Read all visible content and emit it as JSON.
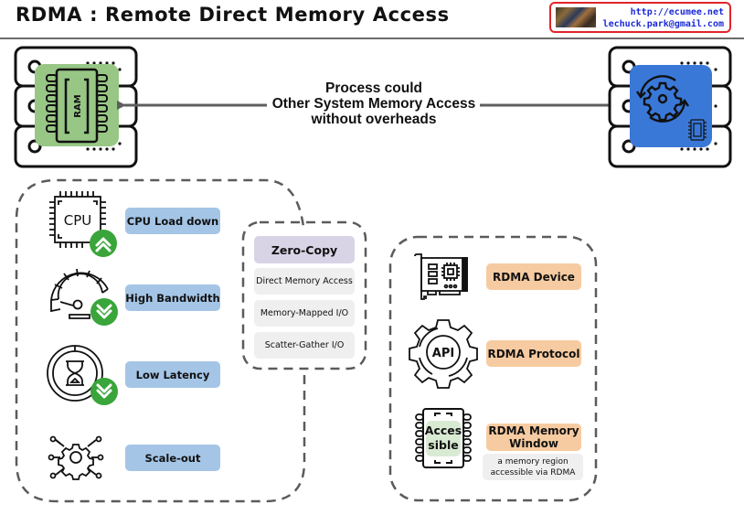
{
  "header": {
    "title": "RDMA : Remote Direct Memory Access",
    "contact": {
      "url": "http://ecumee.net",
      "email": "lechuck.park@gmail.com"
    }
  },
  "top_flow": {
    "left_server_chip_label": "RAM",
    "center_text_lines": [
      "Process could",
      "Other System Memory Access",
      "without overheads"
    ],
    "left_accent": "#98c785",
    "right_accent": "#3a78d8"
  },
  "benefits": {
    "items": [
      {
        "icon": "cpu-icon",
        "icon_text": "CPU",
        "badge": "chevrons-up-icon",
        "label": "CPU Load down"
      },
      {
        "icon": "speedometer-icon",
        "badge": "chevrons-down-icon",
        "label": "High Bandwidth"
      },
      {
        "icon": "hourglass-icon",
        "badge": "chevrons-down-icon",
        "label": "Low Latency"
      },
      {
        "icon": "network-gear-icon",
        "label": "Scale-out"
      }
    ],
    "badge_color": "#3aa53a"
  },
  "zero_copy": {
    "title": "Zero-Copy",
    "items": [
      "Direct Memory Access",
      "Memory-Mapped I/O",
      "Scatter-Gather I/O"
    ]
  },
  "components": {
    "items": [
      {
        "icon": "network-card-icon",
        "label": "RDMA Device"
      },
      {
        "icon": "api-gear-icon",
        "icon_text": "API",
        "label": "RDMA Protocol"
      },
      {
        "icon": "memory-chip-icon",
        "icon_text_lines": [
          "Acces",
          "sible"
        ],
        "label_lines": [
          "RDMA Memory",
          "Window"
        ],
        "description_lines": [
          "a memory region",
          "accessible via RDMA"
        ]
      }
    ]
  }
}
